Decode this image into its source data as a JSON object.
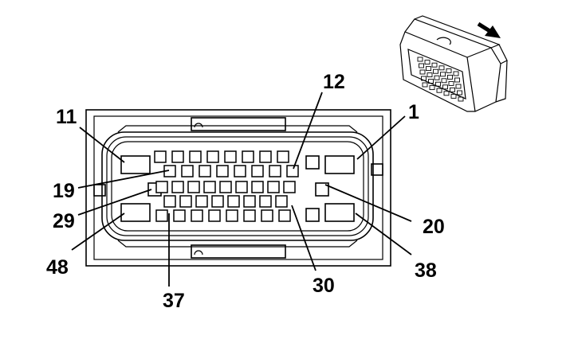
{
  "diagram": {
    "pin_labels": {
      "p1": "1",
      "p11": "11",
      "p12": "12",
      "p19": "19",
      "p20": "20",
      "p29": "29",
      "p30": "30",
      "p37": "37",
      "p38": "38",
      "p48": "48"
    },
    "icons": {
      "arrow": "arrow-down-right-icon",
      "connector": "connector-perspective-icon"
    },
    "colors": {
      "line": "#000000",
      "background": "#ffffff"
    }
  }
}
